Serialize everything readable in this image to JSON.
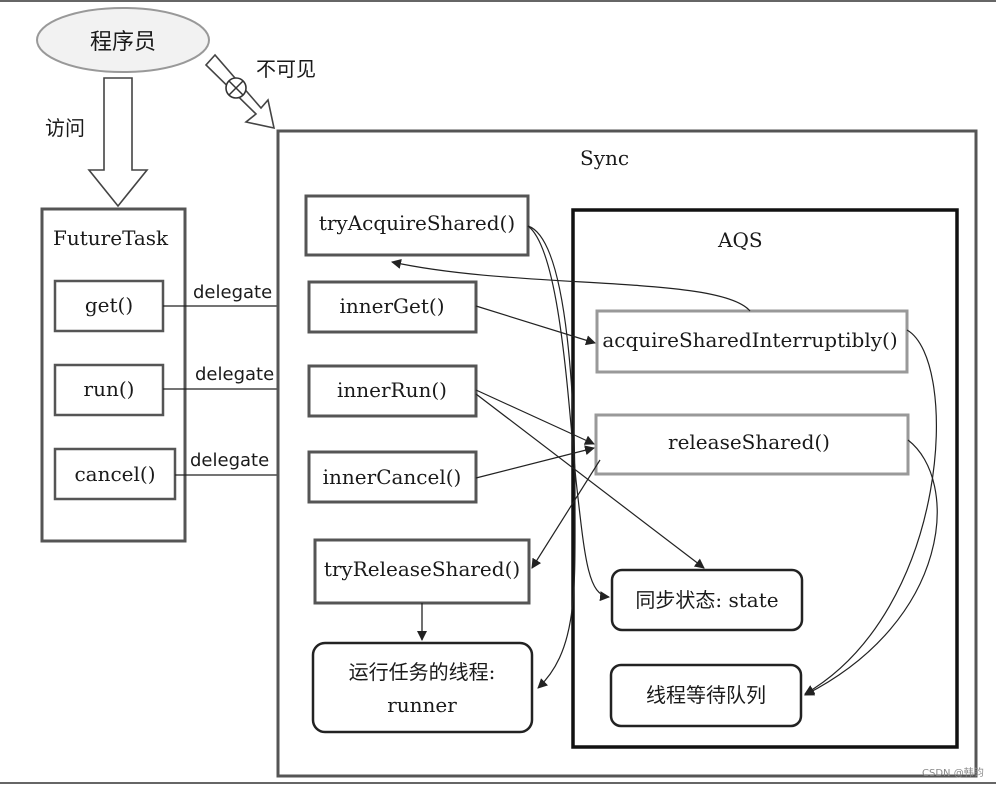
{
  "actor": {
    "label": "程序员"
  },
  "access_label": "访问",
  "invisible_label": "不可见",
  "futuretask": {
    "title": "FutureTask",
    "methods": [
      "get()",
      "run()",
      "cancel()"
    ]
  },
  "delegate_labels": [
    "delegate",
    "delegate",
    "delegate"
  ],
  "sync": {
    "title": "Sync",
    "methods": [
      "tryAcquireShared()",
      "innerGet()",
      "innerRun()",
      "innerCancel()",
      "tryReleaseShared()"
    ],
    "runner": {
      "line1": "运行任务的线程:",
      "line2": "runner"
    }
  },
  "aqs": {
    "title": "AQS",
    "methods": [
      "acquireSharedInterruptibly()",
      "releaseShared()"
    ],
    "state": "同步状态: state",
    "queue": "线程等待队列"
  },
  "watermark": "CSDN @韩钧"
}
